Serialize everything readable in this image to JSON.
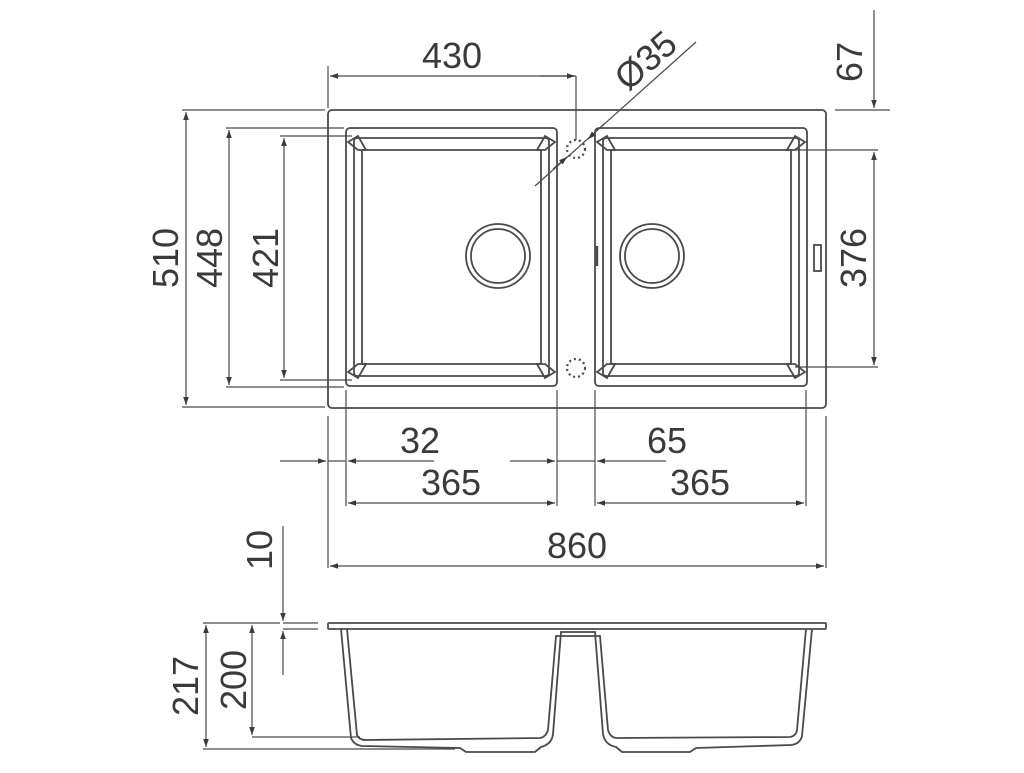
{
  "diagram": {
    "subject": "Double bowl kitchen sink technical drawing",
    "views": [
      "top-view",
      "side-section-view"
    ],
    "line_color": "#4a4a4a",
    "text_color": "#3a3a3a",
    "background": "#ffffff"
  },
  "dimensions": {
    "top": {
      "left_bowl_offset": "430",
      "tap_hole_diameter": "Ø35",
      "top_offset": "67"
    },
    "left_vertical": {
      "overall_depth": "510",
      "bowl_outer_depth": "448",
      "bowl_inner_depth": "421"
    },
    "right_vertical": {
      "right_bowl_depth": "376"
    },
    "horizontal": {
      "left_margin": "32",
      "center_divider": "65",
      "left_bowl_width": "365",
      "right_bowl_width": "365",
      "overall_width": "860"
    },
    "section": {
      "rim_thickness": "10",
      "overall_height": "217",
      "bowl_depth": "200"
    }
  }
}
